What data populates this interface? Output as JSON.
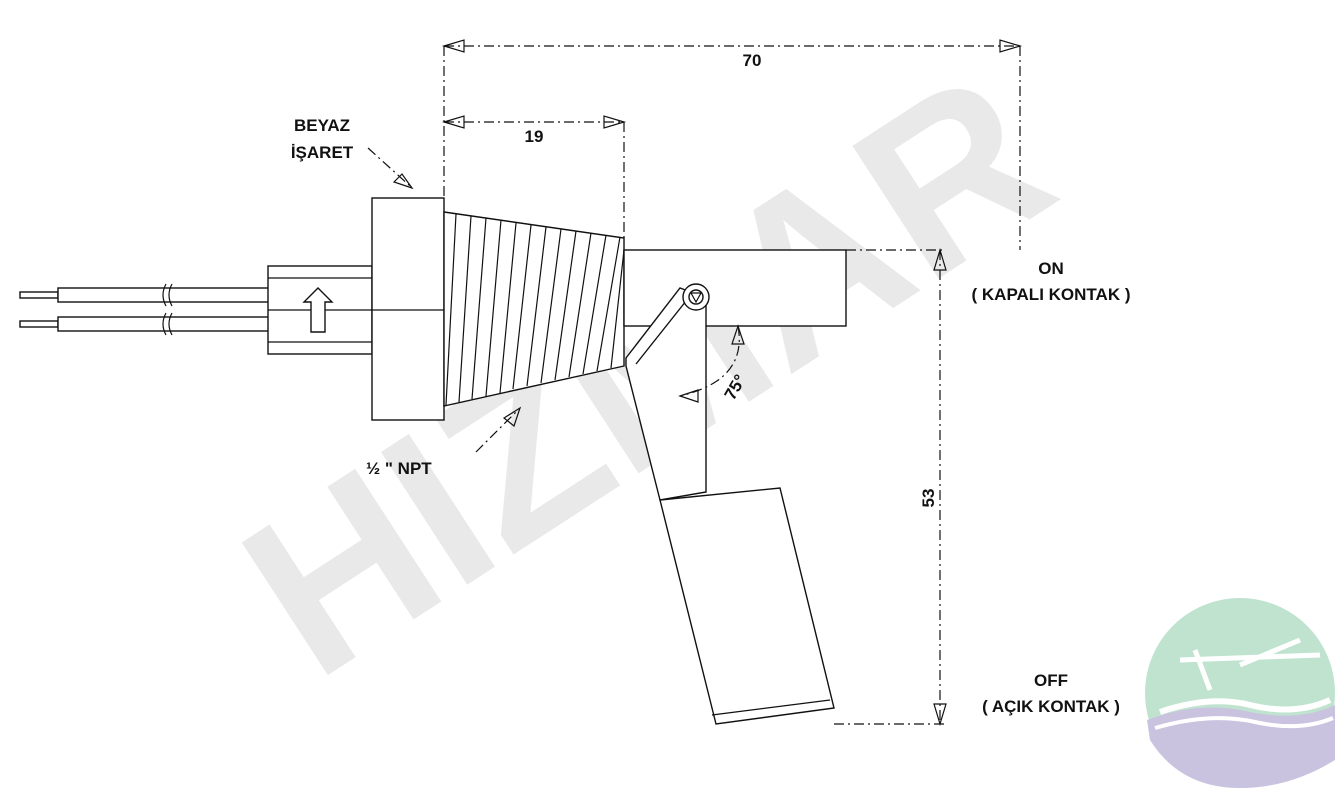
{
  "watermark": {
    "text": "HIZMAR",
    "color": "#e8e8e8"
  },
  "dimensions": {
    "overall_length": "70",
    "thread_length": "19",
    "float_travel": "53",
    "angle": "75°"
  },
  "labels": {
    "mark_line1": "BEYAZ",
    "mark_line2": "İŞARET",
    "thread": "½ \" NPT",
    "on_state": "ON",
    "on_contact": "( KAPALI KONTAK )",
    "off_state": "OFF",
    "off_contact": "( AÇIK KONTAK )"
  },
  "logo": {
    "top_color": "#bfe3cf",
    "bottom_color": "#c9c3e0",
    "mark_color": "#ffffff"
  }
}
